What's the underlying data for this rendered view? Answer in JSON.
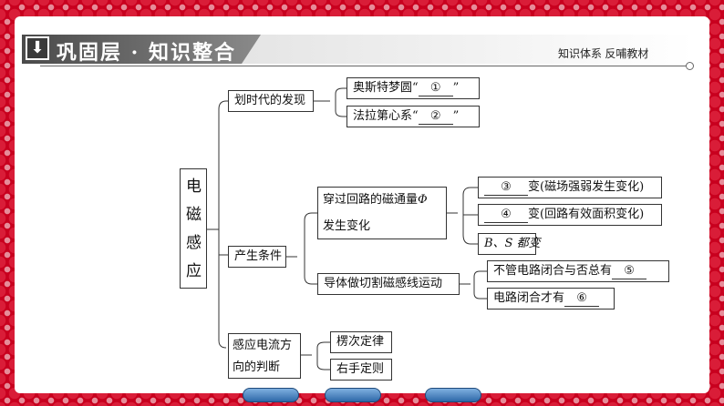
{
  "header": {
    "title": "巩固层 · 知识整合",
    "subtitle": "知识体系  反哺教材",
    "down_icon": "down-arrow-icon"
  },
  "diagram": {
    "root": "电磁感应",
    "root_chars": [
      "电",
      "磁",
      "感",
      "应"
    ],
    "branch1": {
      "label": "划时代的发现",
      "items": [
        {
          "prefix": "奥斯特梦圆“",
          "blank": "①",
          "suffix": "”"
        },
        {
          "prefix": "法拉第心系“",
          "blank": "②",
          "suffix": "”"
        }
      ]
    },
    "branch2": {
      "label": "产生条件",
      "sub1": {
        "label_line1": "穿过回路的磁通量",
        "symbol": "Φ",
        "label_line2": "发生变化",
        "items": [
          {
            "blank": "③",
            "text": "变(磁场强弱发生变化)"
          },
          {
            "blank": "④",
            "text": "变(回路有效面积变化)"
          },
          {
            "text": "B、S 都变"
          }
        ]
      },
      "sub2": {
        "label": "导体做切割磁感线运动",
        "items": [
          {
            "prefix": "不管电路闭合与否总有",
            "blank": "⑤"
          },
          {
            "prefix": "电路闭合才有",
            "blank": "⑥"
          }
        ]
      }
    },
    "branch3": {
      "label_line1": "感应电流方",
      "label_line2": "向的判断",
      "items": [
        "楞次定律",
        "右手定则"
      ]
    }
  },
  "nav": {
    "buttons": [
      "nav-button-1",
      "nav-button-2",
      "nav-button-3"
    ]
  }
}
